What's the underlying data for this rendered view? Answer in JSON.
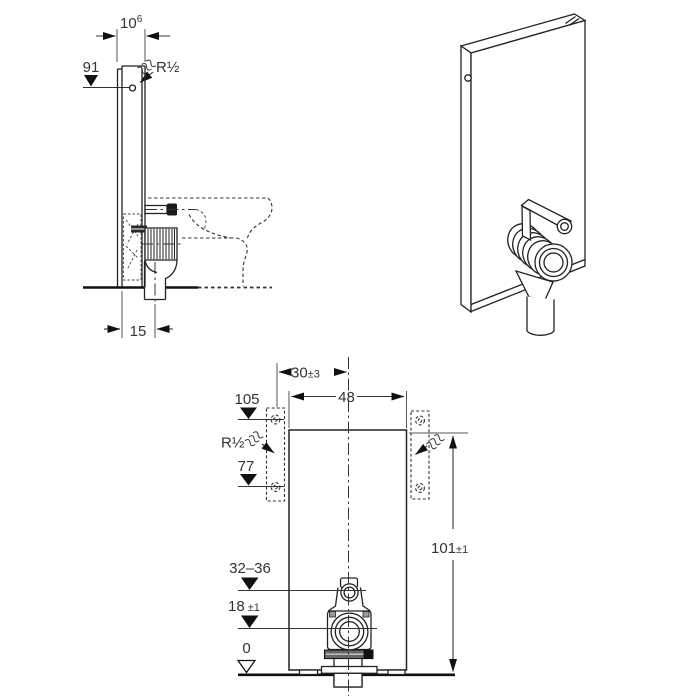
{
  "colors": {
    "line": "#222222",
    "text": "#333333",
    "background": "#ffffff",
    "dark_fill": "#111111"
  },
  "side_view": {
    "dim_depth_base": "10",
    "dim_depth_sup": "6",
    "level_91": "91",
    "r_label": "R½",
    "dim_outlet": "15"
  },
  "front_view": {
    "dim_offset_base": "30",
    "dim_offset_tol": "±3",
    "dim_width": "48",
    "level_105": "105",
    "r_label": "R½",
    "level_77": "77",
    "dim_height_base": "101",
    "dim_height_tol": "±1",
    "level_32_36": "32–36",
    "level_18_base": "18",
    "level_18_tol": " ±1",
    "level_0": "0"
  }
}
